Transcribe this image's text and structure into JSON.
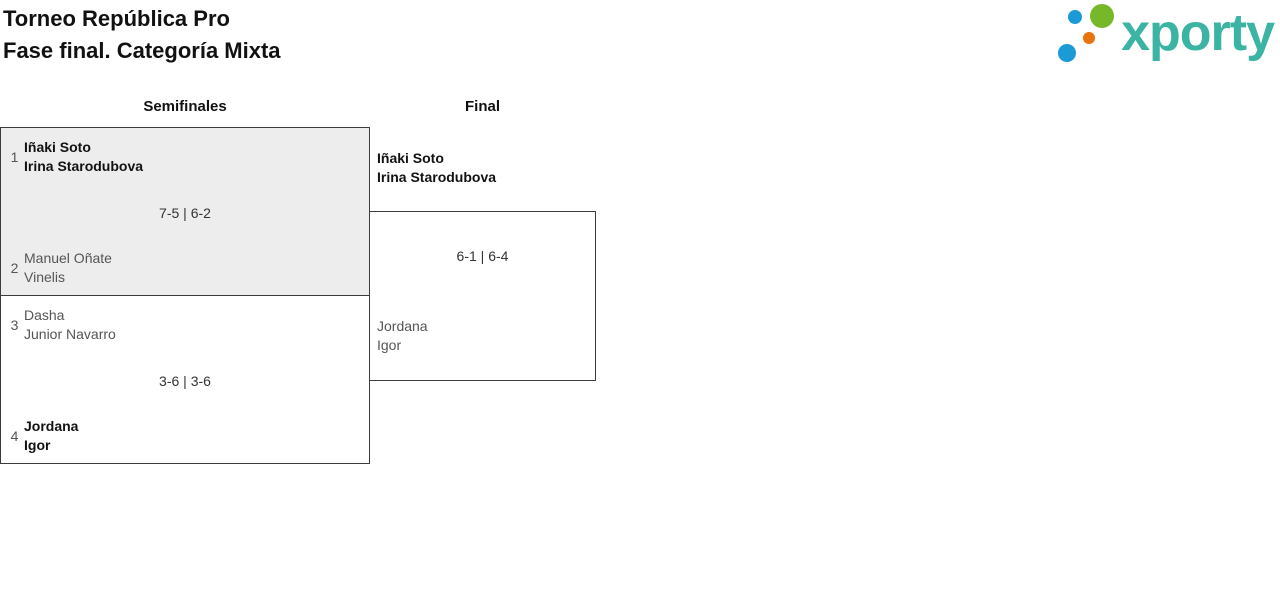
{
  "header": {
    "title": "Torneo República Pro",
    "subtitle": "Fase final. Categoría Mixta"
  },
  "logo": {
    "brand": "xporty",
    "colors": {
      "text": "#3cb4a4",
      "blue": "#1c9ad6",
      "green": "#76b82a",
      "orange": "#e8720c"
    }
  },
  "bracket": {
    "rounds": {
      "semifinals": {
        "label": "Semifinales",
        "match1": {
          "top": {
            "seed": "1",
            "players": [
              "Iñaki Soto",
              "Irina Starodubova"
            ],
            "winner": true
          },
          "score": "7-5 | 6-2",
          "bottom": {
            "seed": "2",
            "players": [
              "Manuel Oñate",
              "Vinelis"
            ],
            "winner": false
          }
        },
        "match2": {
          "top": {
            "seed": "3",
            "players": [
              "Dasha",
              "Junior Navarro"
            ],
            "winner": false
          },
          "score": "3-6 | 3-6",
          "bottom": {
            "seed": "4",
            "players": [
              "Jordana",
              "Igor"
            ],
            "winner": true
          }
        }
      },
      "final": {
        "label": "Final",
        "match": {
          "top": {
            "players": [
              "Iñaki Soto",
              "Irina Starodubova"
            ],
            "winner": true
          },
          "score": "6-1 | 6-4",
          "bottom": {
            "players": [
              "Jordana",
              "Igor"
            ],
            "winner": false
          }
        }
      }
    }
  }
}
